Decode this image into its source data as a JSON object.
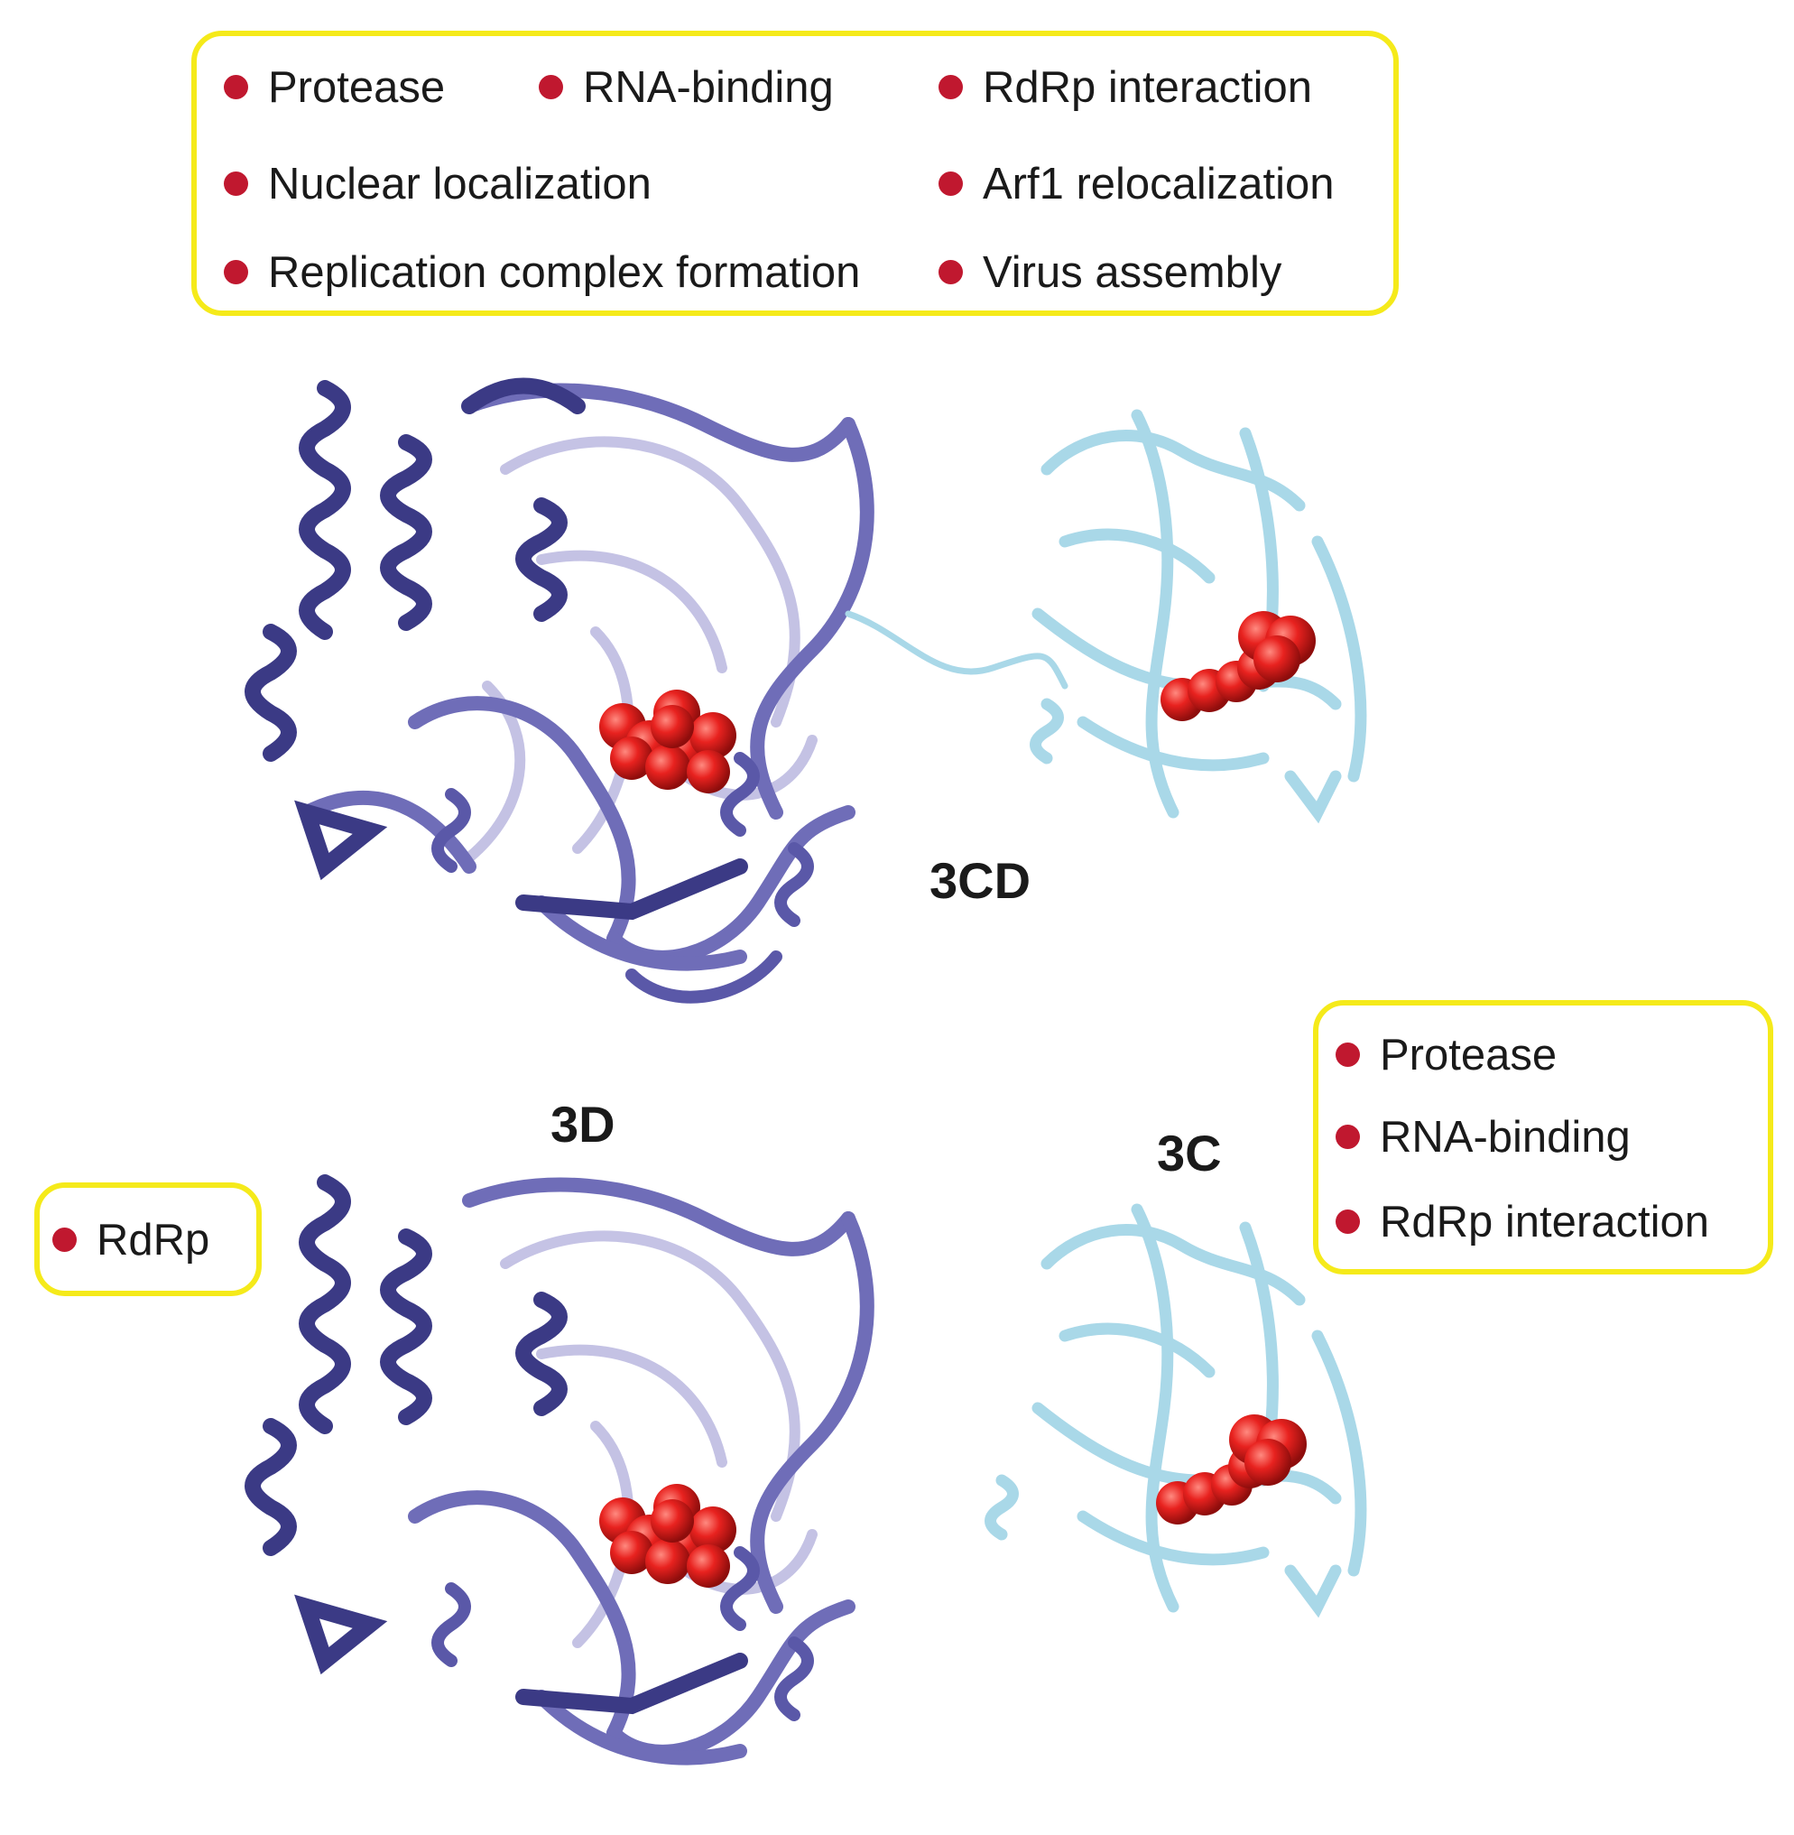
{
  "top_box": {
    "items": [
      "Protease",
      "RNA-binding",
      "RdRp interaction",
      "Nuclear localization",
      "Arf1 relocalization",
      "Replication complex formation",
      "Virus assembly"
    ]
  },
  "labels": {
    "complex": "3CD",
    "polymerase": "3D",
    "protease": "3C"
  },
  "left_box": {
    "items": [
      "RdRp"
    ]
  },
  "right_box": {
    "items": [
      "Protease",
      "RNA-binding",
      "RdRp interaction"
    ]
  },
  "colors": {
    "box_border": "#f5ea1a",
    "bullet": "#c0182f",
    "polymerase": "#5a58a8",
    "protease": "#a9d8e8",
    "active_site": "#e8221f"
  }
}
